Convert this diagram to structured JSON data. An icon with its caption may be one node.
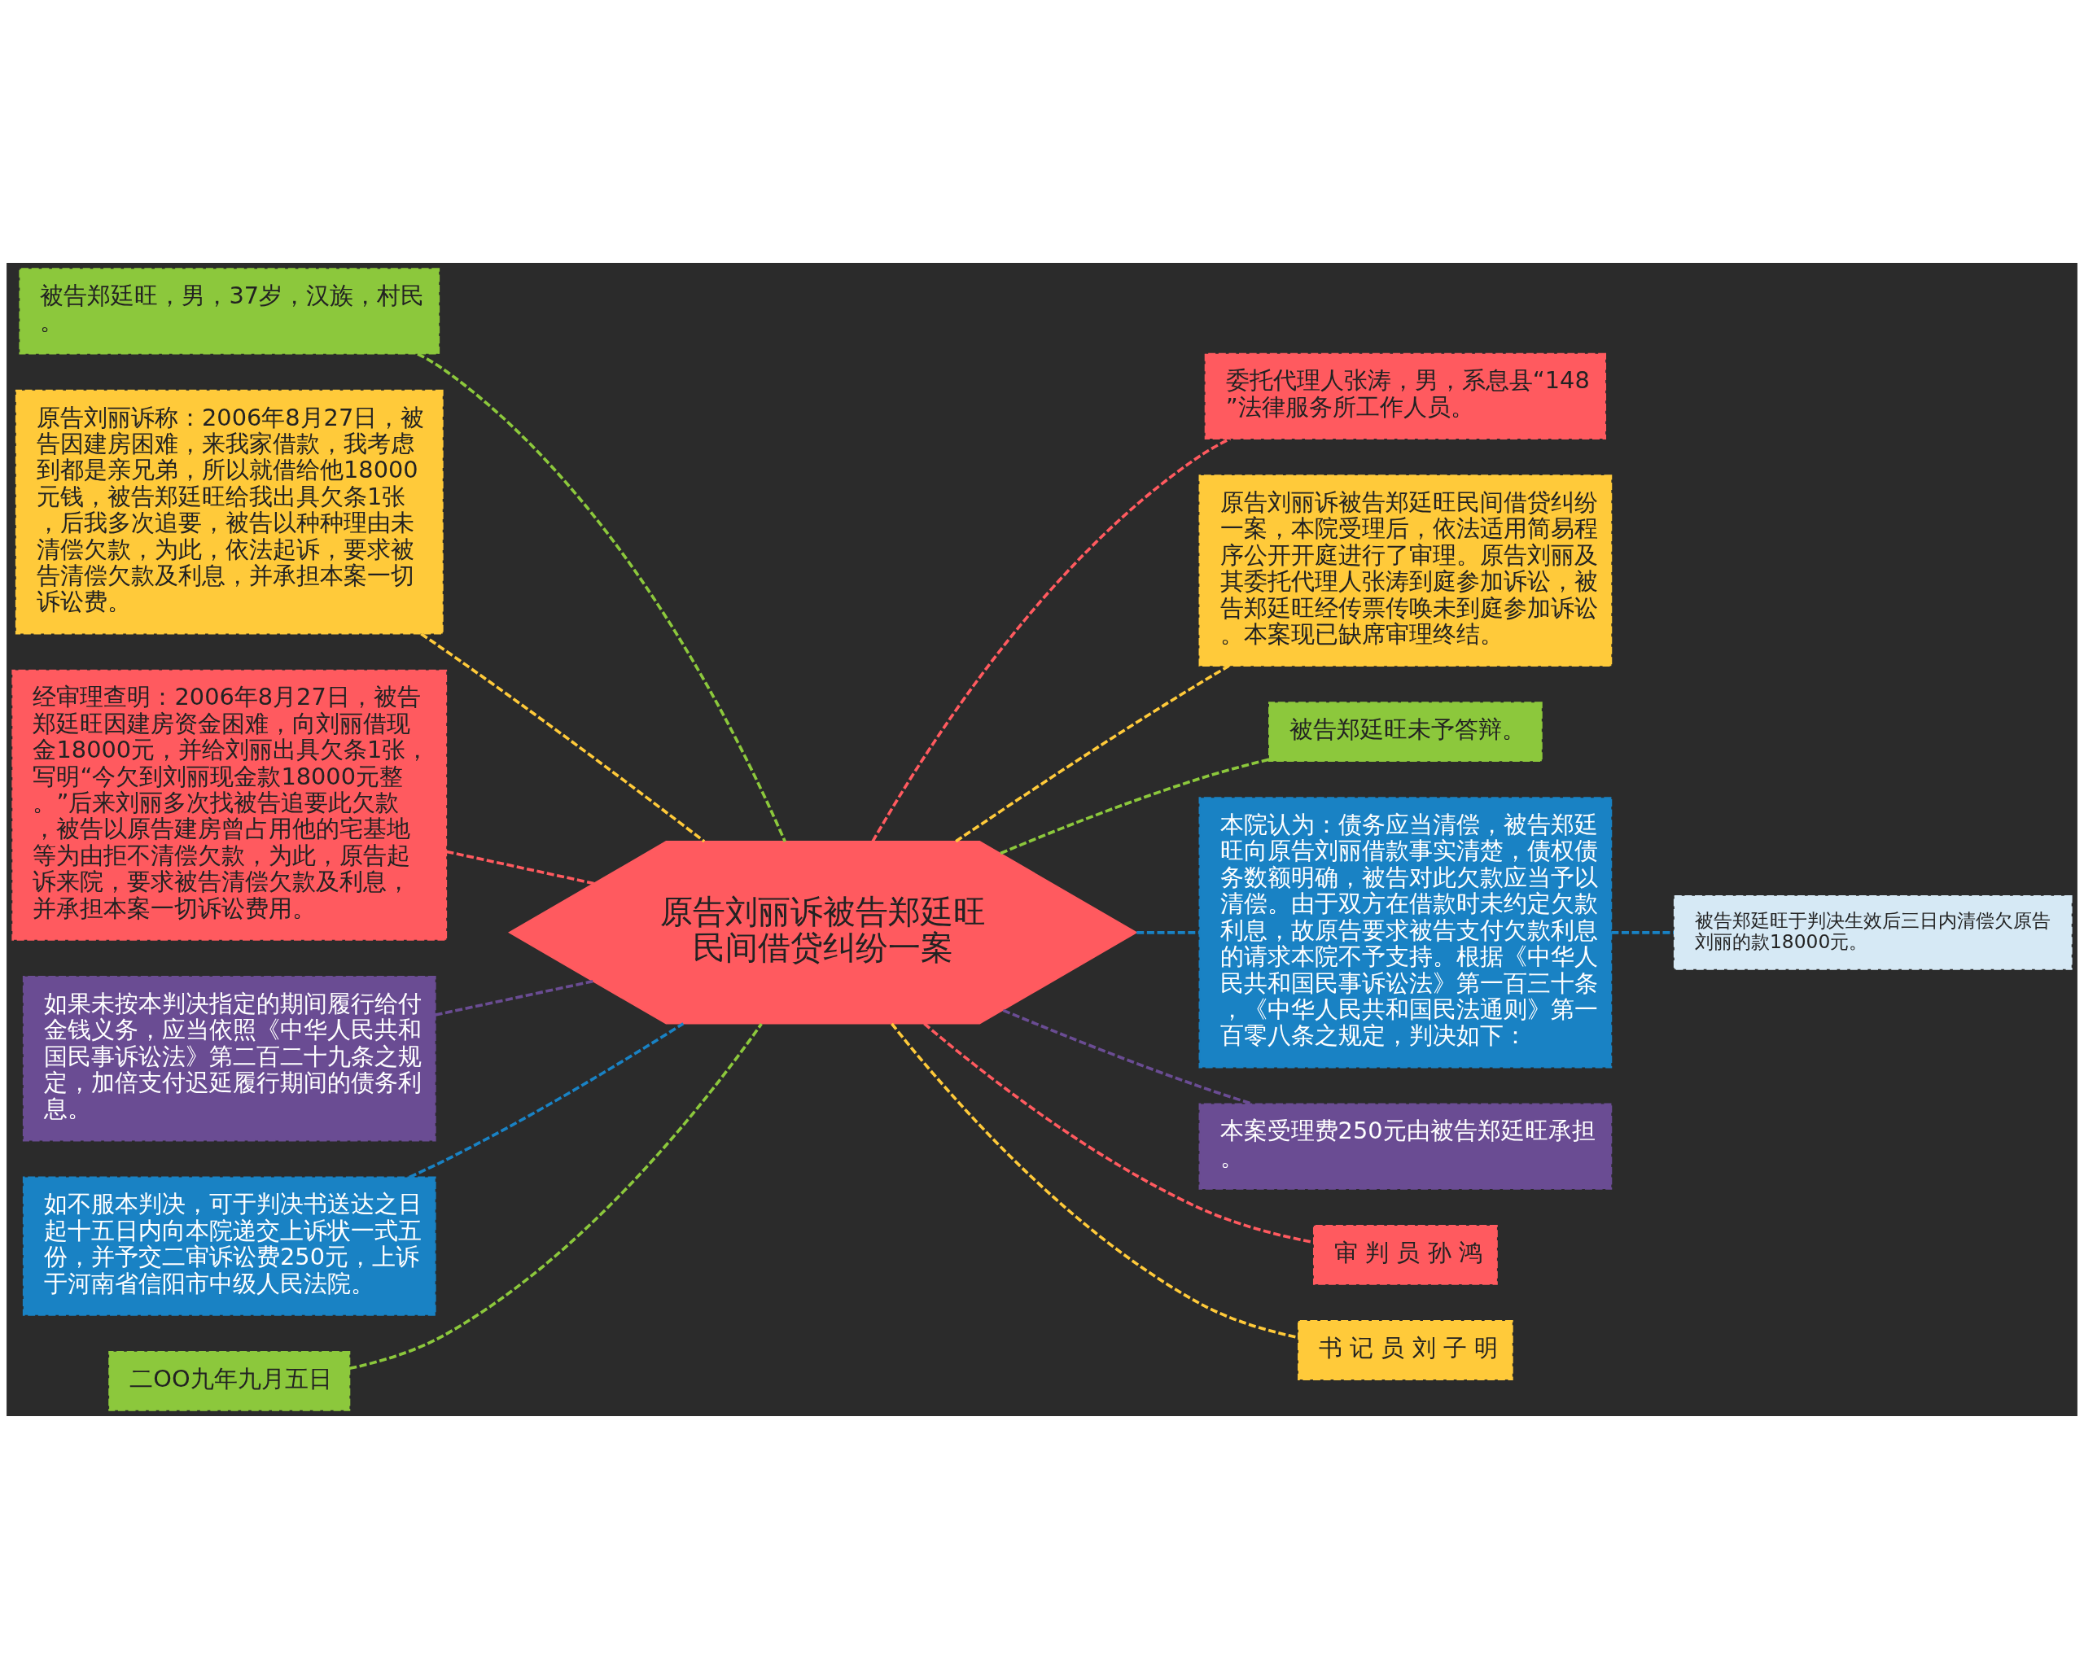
{
  "diagram": {
    "nodes": [
      {
        "text": [
          "原告刘丽诉被告郑廷旺民间借贷纠纷一案"
        ]
      },
      {
        "text": [
          "被告郑廷旺，男，37岁，汉族，村民。"
        ]
      },
      {
        "text": [
          "原告刘丽诉称：2006年8月27日，被告因建房困难，来我家借款，我考虑到都是亲兄弟，所以就借给他18000元钱，被告郑廷旺给我出具欠条1张，后我多次追要，被告以种种理由未清偿欠款，为此，依法起诉，要求被告清偿欠款及利息，并承担本案一切诉讼费。"
        ]
      },
      {
        "text": [
          "经审理查明：2006年8月27日，被告郑廷旺因建房资金困难，向刘丽借现金18000元，并给刘丽出具欠条1张，写明“今欠到刘丽现金款18000元整。”后来刘丽多次找被告追要此欠款，被告以原告建房曾占用他的宅基地等为由拒不清偿欠款，为此，原告起诉来院，要求被告清偿欠款及利息，并承担本案一切诉讼费用。"
        ]
      },
      {
        "text": [
          "如果未按本判决指定的期间履行给付金钱义务，应当依照《中华人民共和国民事诉讼法》第二百二十九条之规定，加倍支付迟延履行期间的债务利息。"
        ]
      },
      {
        "text": [
          "如不服本判决，可于判决书送达之日起十五日内向本院递交上诉状一式五份，并予交二审诉讼费250元，上诉于河南省信阳市中级人民法院。"
        ]
      },
      {
        "text": [
          "二OO九年九月五日"
        ]
      },
      {
        "text": [
          "委托代理人张涛，男，系息县“148”法律服务所工作人员。"
        ]
      },
      {
        "text": [
          "原告刘丽诉被告郑廷旺民间借贷纠纷一案，本院受理后，依法适用简易程序公开开庭进行了审理。原告刘丽及其委托代理人张涛到庭参加诉讼，被告郑廷旺经传票传唤未到庭参加诉讼。本案现已缺席审理终结。"
        ]
      },
      {
        "text": [
          "被告郑廷旺未予答辩。"
        ]
      },
      {
        "text": [
          "本院认为：债务应当清偿，被告郑廷旺向原告刘丽借款事实清楚，债权债务数额明确，被告对此欠款应当予以清偿。由于双方在借款时未约定欠款利息，故原告要求被告支付欠款利息的请求本院不予支持。根据《中华人民共和国民事诉讼法》第一百三十条，《中华人民共和国民法通则》第一百零八条之规定，判决如下："
        ]
      },
      {
        "text": [
          "被告郑廷旺于判决生效后三日内清偿欠原告刘丽的款18000元。"
        ]
      },
      {
        "text": [
          "本案受理费250元由被告郑廷旺承担。"
        ]
      },
      {
        "text": [
          "审 判 员 孙 鸿"
        ]
      },
      {
        "text": [
          "书 记 员 刘 子 明"
        ]
      }
    ],
    "edges": [
      {
        "from": 0,
        "to": 1,
        "arrow": "none",
        "style": "dashed",
        "color": "#8cc83c"
      },
      {
        "from": 0,
        "to": 2,
        "arrow": "none",
        "style": "dashed",
        "color": "#ffca3a"
      },
      {
        "from": 0,
        "to": 3,
        "arrow": "none",
        "style": "dashed",
        "color": "#ff5a5f"
      },
      {
        "from": 0,
        "to": 4,
        "arrow": "none",
        "style": "dashed",
        "color": "#6a4c93"
      },
      {
        "from": 0,
        "to": 5,
        "arrow": "none",
        "style": "dashed",
        "color": "#1982c4"
      },
      {
        "from": 0,
        "to": 6,
        "arrow": "none",
        "style": "dashed",
        "color": "#8cc83c"
      },
      {
        "from": 0,
        "to": 7,
        "arrow": "none",
        "style": "dashed",
        "color": "#ff5a5f"
      },
      {
        "from": 0,
        "to": 8,
        "arrow": "none",
        "style": "dashed",
        "color": "#ffca3a"
      },
      {
        "from": 0,
        "to": 9,
        "arrow": "none",
        "style": "dashed",
        "color": "#8cc83c"
      },
      {
        "from": 0,
        "to": 10,
        "arrow": "none",
        "style": "dashed",
        "color": "#1982c4"
      },
      {
        "from": 10,
        "to": 11,
        "arrow": "none",
        "style": "dashed",
        "color": "#1982c4"
      },
      {
        "from": 0,
        "to": 12,
        "arrow": "none",
        "style": "dashed",
        "color": "#6a4c93"
      },
      {
        "from": 0,
        "to": 13,
        "arrow": "none",
        "style": "dashed",
        "color": "#ff5a5f"
      },
      {
        "from": 0,
        "to": 14,
        "arrow": "none",
        "style": "dashed",
        "color": "#ffca3a"
      }
    ]
  }
}
